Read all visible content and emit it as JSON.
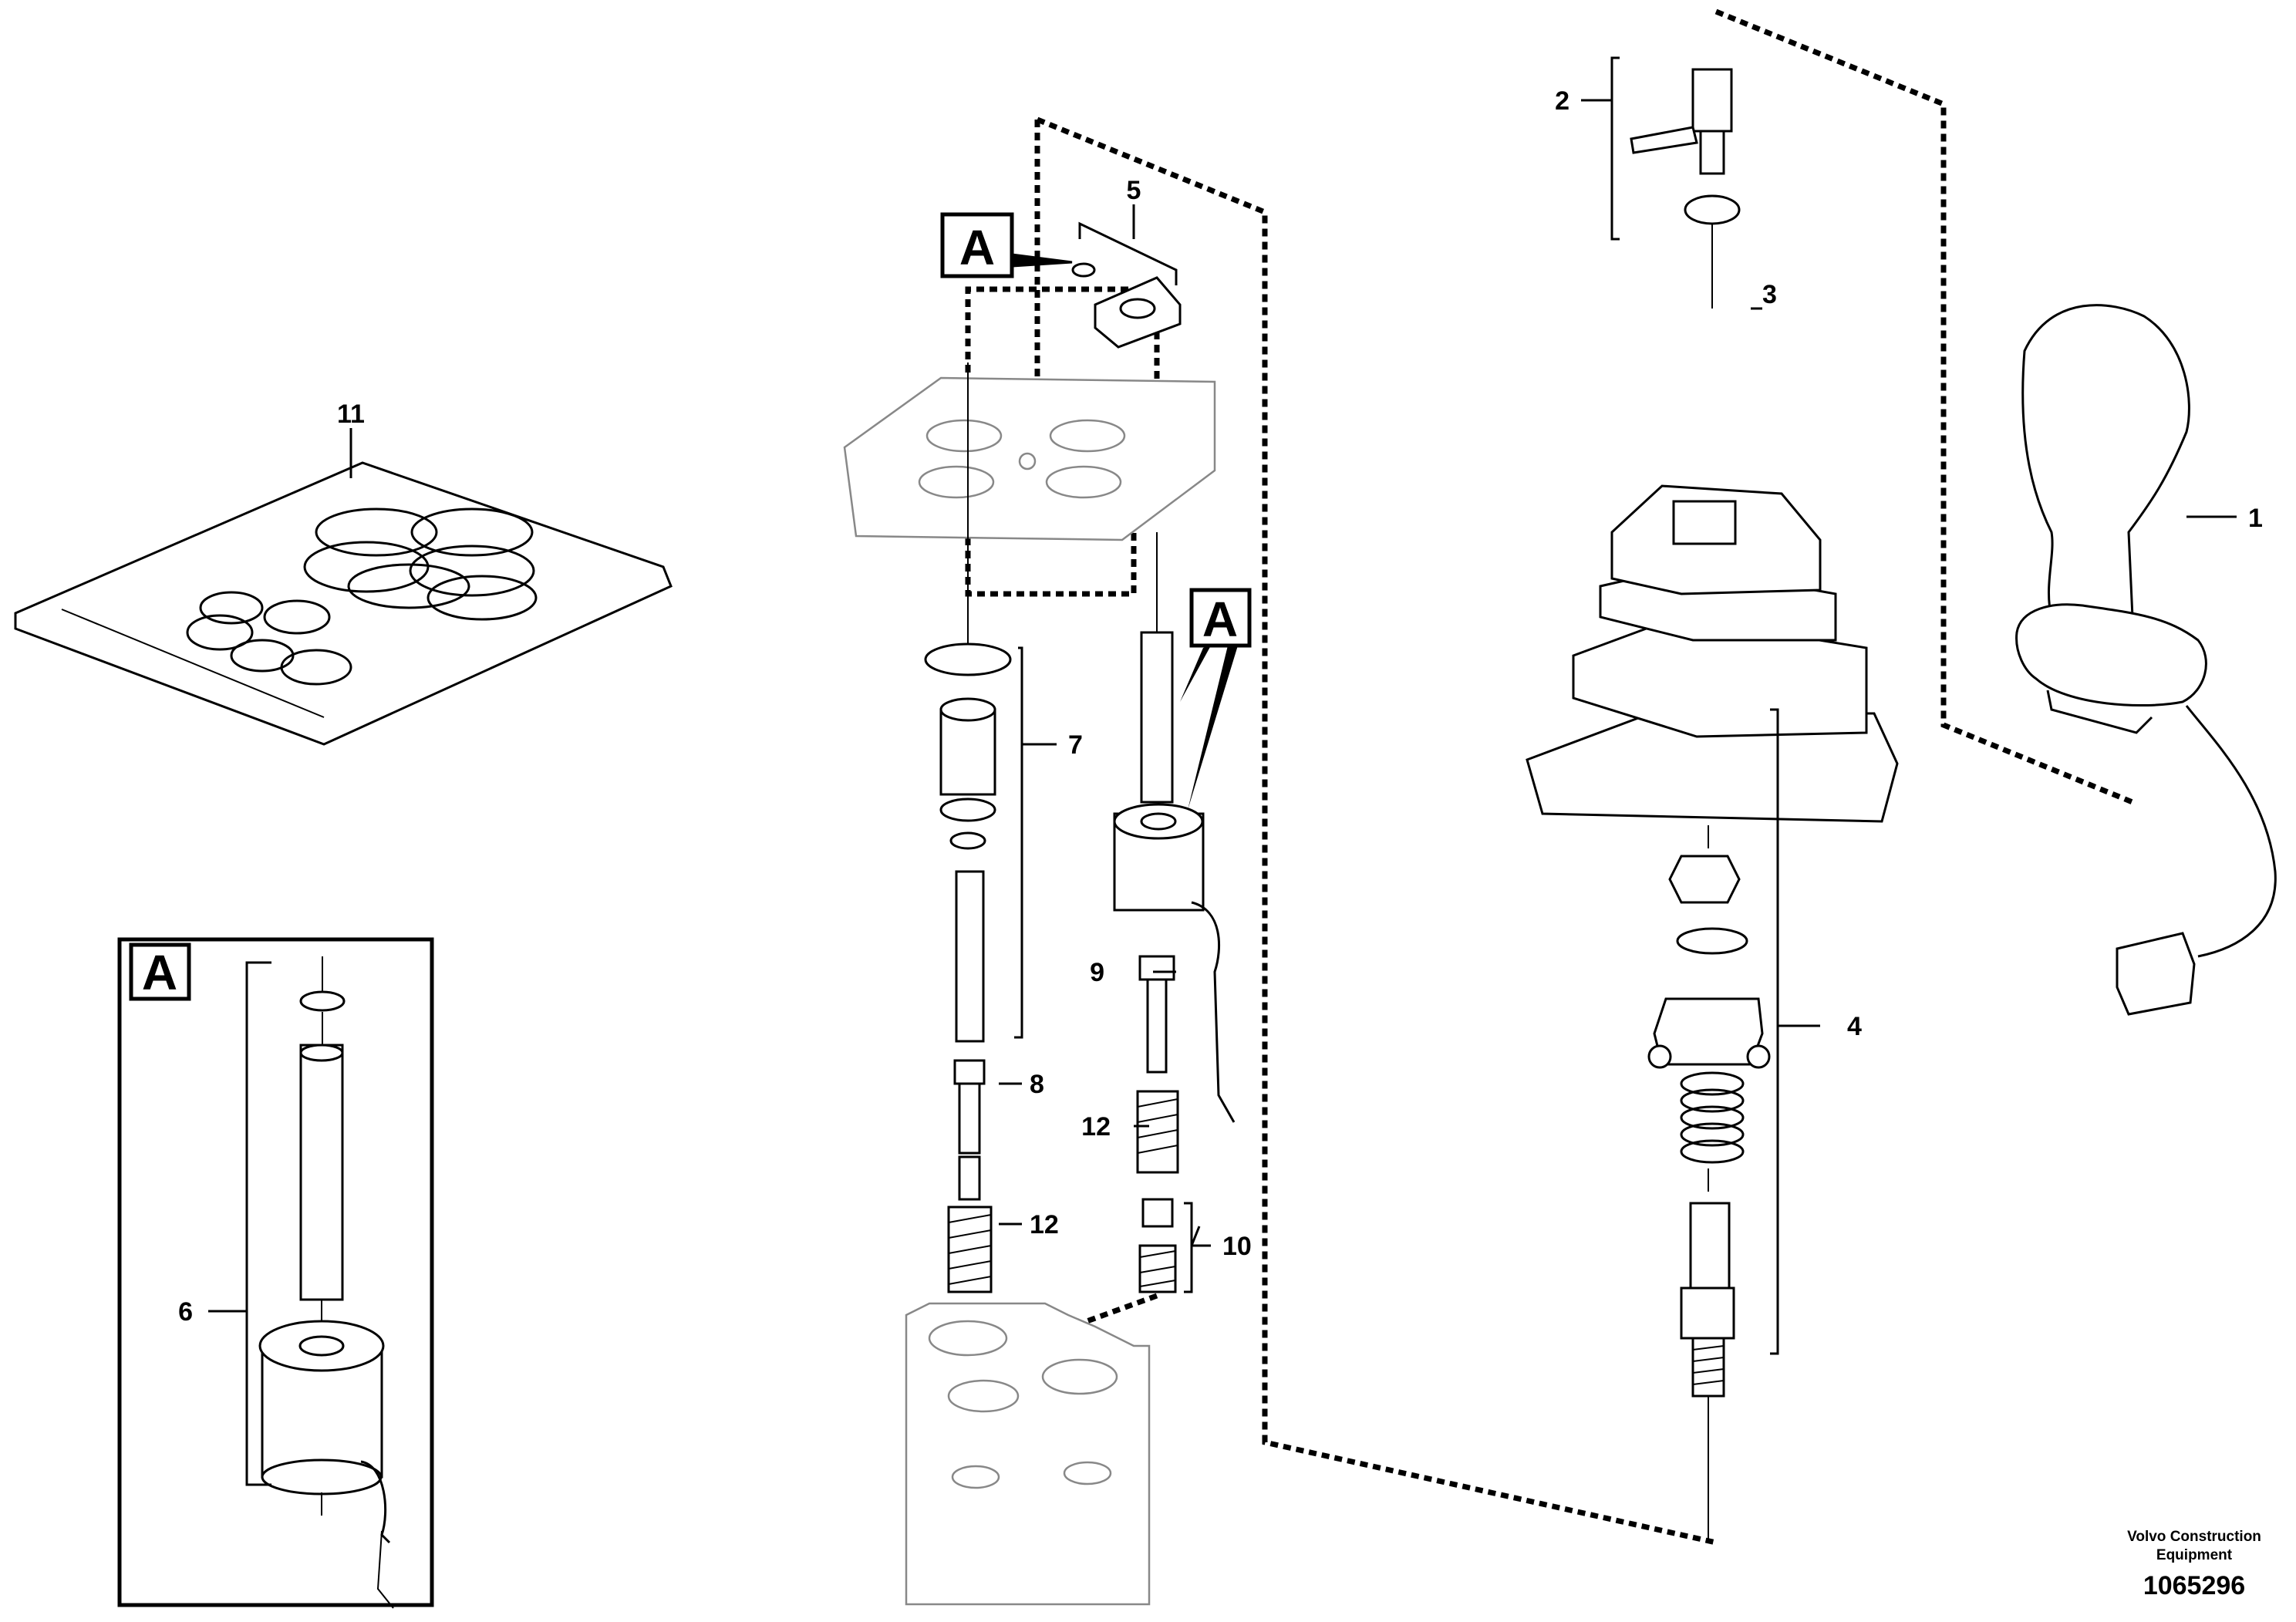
{
  "callouts": {
    "c1": "1",
    "c2": "2",
    "c3": "3",
    "c4": "4",
    "c5": "5",
    "c6": "6",
    "c7": "7",
    "c8": "8",
    "c9": "9",
    "c10": "10",
    "c11": "11",
    "c12a": "12",
    "c12b": "12"
  },
  "detail_refs": {
    "top": "A",
    "right": "A",
    "inset": "A"
  },
  "footer": {
    "company_line1": "Volvo Construction",
    "company_line2": "Equipment",
    "drawing_number": "1065296"
  }
}
